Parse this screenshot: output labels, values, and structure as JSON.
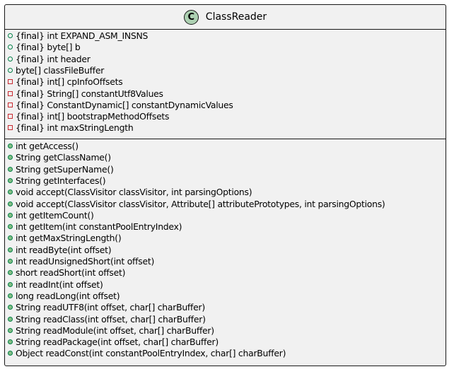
{
  "class": {
    "icon_letter": "C",
    "name": "ClassReader"
  },
  "fields": [
    {
      "visibility": "public",
      "text": "{final} int EXPAND_ASM_INSNS"
    },
    {
      "visibility": "public",
      "text": "{final} byte[] b"
    },
    {
      "visibility": "public",
      "text": "{final} int header"
    },
    {
      "visibility": "public",
      "text": "byte[] classFileBuffer"
    },
    {
      "visibility": "private",
      "text": "{final} int[] cpInfoOffsets"
    },
    {
      "visibility": "private",
      "text": "{final} String[] constantUtf8Values"
    },
    {
      "visibility": "private",
      "text": "{final} ConstantDynamic[] constantDynamicValues"
    },
    {
      "visibility": "private",
      "text": "{final} int[] bootstrapMethodOffsets"
    },
    {
      "visibility": "private",
      "text": "{final} int maxStringLength"
    }
  ],
  "methods": [
    {
      "visibility": "public",
      "text": "int getAccess()"
    },
    {
      "visibility": "public",
      "text": "String getClassName()"
    },
    {
      "visibility": "public",
      "text": "String getSuperName()"
    },
    {
      "visibility": "public",
      "text": "String getInterfaces()"
    },
    {
      "visibility": "public",
      "text": "void accept(ClassVisitor classVisitor, int parsingOptions)"
    },
    {
      "visibility": "public",
      "text": "void accept(ClassVisitor classVisitor, Attribute[] attributePrototypes, int parsingOptions)"
    },
    {
      "visibility": "public",
      "text": "int getItemCount()"
    },
    {
      "visibility": "public",
      "text": "int getItem(int constantPoolEntryIndex)"
    },
    {
      "visibility": "public",
      "text": "int getMaxStringLength()"
    },
    {
      "visibility": "public",
      "text": "int readByte(int offset)"
    },
    {
      "visibility": "public",
      "text": "int readUnsignedShort(int offset)"
    },
    {
      "visibility": "public",
      "text": "short readShort(int offset)"
    },
    {
      "visibility": "public",
      "text": "int readInt(int offset)"
    },
    {
      "visibility": "public",
      "text": "long readLong(int offset)"
    },
    {
      "visibility": "public",
      "text": "String readUTF8(int offset, char[] charBuffer)"
    },
    {
      "visibility": "public",
      "text": "String readClass(int offset, char[] charBuffer)"
    },
    {
      "visibility": "public",
      "text": "String readModule(int offset, char[] charBuffer)"
    },
    {
      "visibility": "public",
      "text": "String readPackage(int offset, char[] charBuffer)"
    },
    {
      "visibility": "public",
      "text": "Object readConst(int constantPoolEntryIndex, char[] charBuffer)"
    }
  ],
  "colors": {
    "box_fill": "#f1f1f1",
    "border": "#181818",
    "class_icon": "#add1b2",
    "public": "#038048",
    "public_method_fill": "#84be84",
    "private": "#c82930"
  }
}
